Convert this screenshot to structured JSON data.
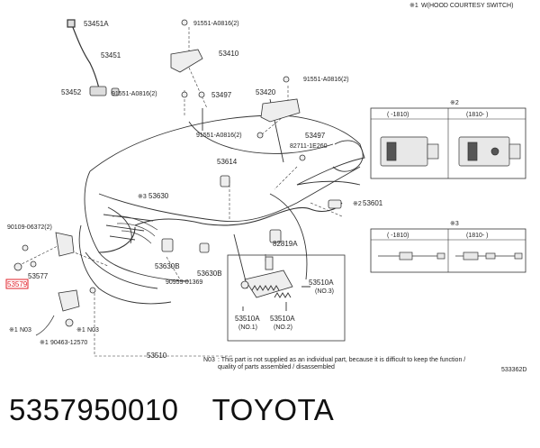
{
  "header": {
    "note_key": "※1",
    "note_text": "W(HOOD COURTESY SWITCH)"
  },
  "parts": {
    "p53451a": "53451A",
    "p53451": "53451",
    "p53452": "53452",
    "p91551_top": "91551-A0816(2)",
    "p53410": "53410",
    "p91551_left": "91551-A0816(2)",
    "p53497a": "53497",
    "p91551_right": "91551-A0816(2)",
    "p53420": "53420",
    "p91551_mid": "91551-A0816(2)",
    "p53497b": "53497",
    "p82711": "82711-1E260",
    "p53614": "53614",
    "p53630": "53630",
    "p53630_note": "※3",
    "p53601": "53601",
    "p53601_note": "※2",
    "p90109": "90109-06372(2)",
    "p82819": "82819A",
    "p53630b": "53630B",
    "p53630b2": "53630B",
    "p90959": "90959-01369",
    "p53577": "53577",
    "p53579": "53579",
    "p53510a_1": "53510A",
    "p53510a_1n": "(NO.3)",
    "p53510a_2": "53510A",
    "p53510a_2n": "(NO.1)",
    "p53510a_3": "53510A",
    "p53510a_3n": "(NO.2)",
    "n03_left_key": "※1",
    "n03_left": "N03",
    "n03_right_key": "※1",
    "n03_right": "N03",
    "p90463_key": "※1",
    "p90463": "90463-12570",
    "p53510": "53510"
  },
  "panel2": {
    "key": "※2",
    "col1": "(   -1810)",
    "col2": "(1810-   )"
  },
  "panel3": {
    "key": "※3"
  },
  "footnote": {
    "key": "N03",
    "line1": ": This part is not supplied as an individual part, because it is difficult to keep the function /",
    "line2": "quality of parts assembled / disassembled"
  },
  "diagram_id": "533362D",
  "footer": {
    "part_number": "5357950010",
    "brand": "TOYOTA"
  },
  "colors": {
    "highlight": "#e0202a",
    "line": "#333333"
  }
}
